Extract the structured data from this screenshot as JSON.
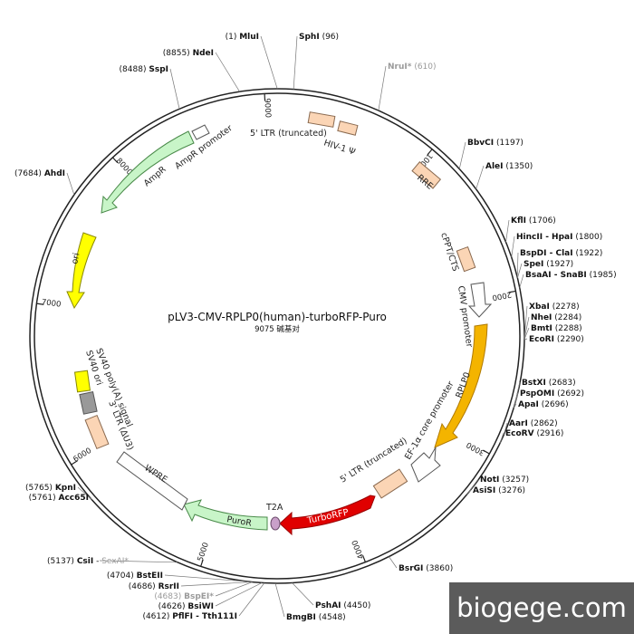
{
  "plasmid": {
    "name": "pLV3-CMV-RPLP0(human)-turboRFP-Puro",
    "size_text": "9075 碱基对",
    "total_bp": 9075
  },
  "watermark": "biogege.com",
  "ticks": [
    {
      "pos": 1000,
      "label": "1000"
    },
    {
      "pos": 2000,
      "label": "2000"
    },
    {
      "pos": 3000,
      "label": "3000"
    },
    {
      "pos": 4000,
      "label": "4000"
    },
    {
      "pos": 5000,
      "label": "5000"
    },
    {
      "pos": 6000,
      "label": "6000"
    },
    {
      "pos": 7000,
      "label": "7000"
    },
    {
      "pos": 8000,
      "label": "8000"
    },
    {
      "pos": 9000,
      "label": "9000"
    }
  ],
  "sites": [
    {
      "name": "MluI",
      "pos_text": "(1)",
      "side": "left",
      "grey": false
    },
    {
      "name": "SphI",
      "pos_text": "(96)",
      "side": "right",
      "grey": false
    },
    {
      "name": "NruI*",
      "pos_text": "(610)",
      "side": "right",
      "grey": true
    },
    {
      "name": "BbvCI",
      "pos_text": "(1197)",
      "side": "right",
      "grey": false
    },
    {
      "name": "AleI",
      "pos_text": "(1350)",
      "side": "right",
      "grey": false
    },
    {
      "name": "KflI",
      "pos_text": "(1706)",
      "side": "right",
      "grey": false
    },
    {
      "name": "HincII - HpaI",
      "pos_text": "(1800)",
      "side": "right",
      "grey": false
    },
    {
      "name": "BspDI - ClaI",
      "pos_text": "(1922)",
      "side": "right",
      "grey": false
    },
    {
      "name": "SpeI",
      "pos_text": "(1927)",
      "side": "right",
      "grey": false
    },
    {
      "name": "BsaAI - SnaBI",
      "pos_text": "(1985)",
      "side": "right",
      "grey": false
    },
    {
      "name": "XbaI",
      "pos_text": "(2278)",
      "side": "right",
      "grey": false
    },
    {
      "name": "NheI",
      "pos_text": "(2284)",
      "side": "right",
      "grey": false
    },
    {
      "name": "BmtI",
      "pos_text": "(2288)",
      "side": "right",
      "grey": false
    },
    {
      "name": "EcoRI",
      "pos_text": "(2290)",
      "side": "right",
      "grey": false
    },
    {
      "name": "BstXI",
      "pos_text": "(2683)",
      "side": "right",
      "grey": false
    },
    {
      "name": "PspOMI",
      "pos_text": "(2692)",
      "side": "right",
      "grey": false
    },
    {
      "name": "ApaI",
      "pos_text": "(2696)",
      "side": "right",
      "grey": false
    },
    {
      "name": "AarI",
      "pos_text": "(2862)",
      "side": "right",
      "grey": false
    },
    {
      "name": "EcoRV",
      "pos_text": "(2916)",
      "side": "right",
      "grey": false
    },
    {
      "name": "NotI",
      "pos_text": "(3257)",
      "side": "right",
      "grey": false
    },
    {
      "name": "AsiSI",
      "pos_text": "(3276)",
      "side": "right",
      "grey": false
    },
    {
      "name": "BsrGI",
      "pos_text": "(3860)",
      "side": "right",
      "grey": false
    },
    {
      "name": "PshAI",
      "pos_text": "(4450)",
      "side": "right",
      "grey": false
    },
    {
      "name": "BmgBI",
      "pos_text": "(4548)",
      "side": "right",
      "grey": false
    },
    {
      "name": "PflFI - Tth111I",
      "pos_text": "(4612)",
      "side": "left",
      "grey": false
    },
    {
      "name": "BsiWI",
      "pos_text": "(4626)",
      "side": "left",
      "grey": false
    },
    {
      "name": "BspEI*",
      "pos_text": "(4683)",
      "side": "left",
      "grey": true
    },
    {
      "name": "RsrII",
      "pos_text": "(4686)",
      "side": "left",
      "grey": false
    },
    {
      "name": "BstEII",
      "pos_text": "(4704)",
      "side": "left",
      "grey": false
    },
    {
      "name": "CsiI",
      "name2": "SexAI*",
      "pos_text": "(5137)",
      "side": "left",
      "grey": false
    },
    {
      "name": "Acc65I",
      "pos_text": "(5761)",
      "side": "left",
      "grey": false
    },
    {
      "name": "KpnI",
      "pos_text": "(5765)",
      "side": "left",
      "grey": false
    },
    {
      "name": "AhdI",
      "pos_text": "(7684)",
      "side": "left",
      "grey": false
    },
    {
      "name": "SspI",
      "pos_text": "(8488)",
      "side": "left",
      "grey": false
    },
    {
      "name": "NdeI",
      "pos_text": "(8855)",
      "side": "left",
      "grey": false
    }
  ],
  "features": [
    {
      "label": "5' LTR (truncated)",
      "color": "#fbd5b5"
    },
    {
      "label": "HIV-1 Ψ",
      "color": "#fbd5b5"
    },
    {
      "label": "RRE",
      "color": "#fbd5b5"
    },
    {
      "label": "cPPT/CTS",
      "color": "#fbd5b5"
    },
    {
      "label": "CMV promoter",
      "color": "#ffffff"
    },
    {
      "label": "RPLP0",
      "color": "#f4b400"
    },
    {
      "label": "EF-1α core promoter",
      "color": "#ffffff"
    },
    {
      "label": "5' LTR (truncated)",
      "color": "#fbd5b5"
    },
    {
      "label": "TurboRFP",
      "color": "#e00000"
    },
    {
      "label": "T2A",
      "color": "#c9a0c9"
    },
    {
      "label": "PuroR",
      "color": "#c8f5c8"
    },
    {
      "label": "WPRE",
      "color": "#ffffff"
    },
    {
      "label": "3' LTR (ΔU3)",
      "color": "#fbd5b5"
    },
    {
      "label": "SV40 poly(A) signal",
      "color": "#999999"
    },
    {
      "label": "SV40 ori",
      "color": "#ffff00"
    },
    {
      "label": "ori",
      "color": "#ffff00"
    },
    {
      "label": "AmpR",
      "color": "#c8f5c8"
    },
    {
      "label": "AmpR promoter",
      "color": "#ffffff"
    }
  ]
}
